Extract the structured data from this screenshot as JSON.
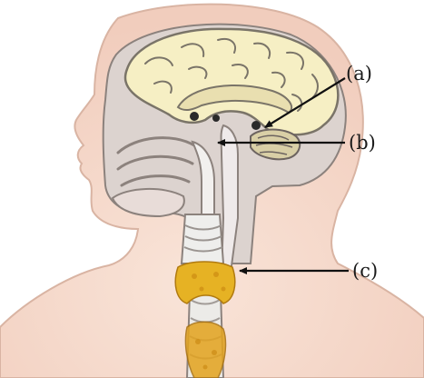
{
  "labels": {
    "a": "(a)",
    "b": "(b)",
    "c": "(c)"
  },
  "colors": {
    "skin": "#f7dccf",
    "skin_shadow": "#efc9b8",
    "head_interior": "#dcd3cf",
    "brain": "#f6efc4",
    "brain_outline": "#7a7468",
    "airway": "#eaeae8",
    "glands": "#e6b224",
    "outline": "#6d6460",
    "arrow": "#111111"
  }
}
